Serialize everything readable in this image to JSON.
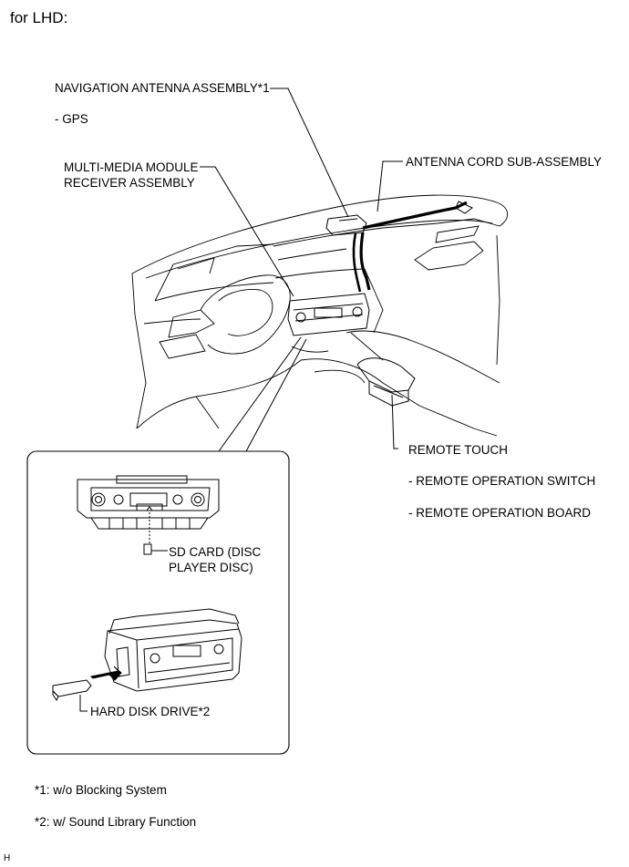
{
  "page": {
    "title": "for LHD:",
    "footer_code": "H"
  },
  "labels": {
    "nav_antenna": "NAVIGATION ANTENNA ASSEMBLY*1",
    "gps": "- GPS",
    "mm_module_line1": "MULTI-MEDIA MODULE",
    "mm_module_line2": "RECEIVER ASSEMBLY",
    "antenna_cord": "ANTENNA CORD SUB-ASSEMBLY",
    "remote_touch": "REMOTE TOUCH",
    "remote_switch": "- REMOTE OPERATION SWITCH",
    "remote_board": "- REMOTE OPERATION BOARD",
    "sd_card_line1": "SD CARD (DISC",
    "sd_card_line2": "PLAYER DISC)",
    "hdd": "HARD DISK DRIVE*2"
  },
  "notes": [
    "*1: w/o Blocking System",
    "*2: w/ Sound Library Function"
  ]
}
